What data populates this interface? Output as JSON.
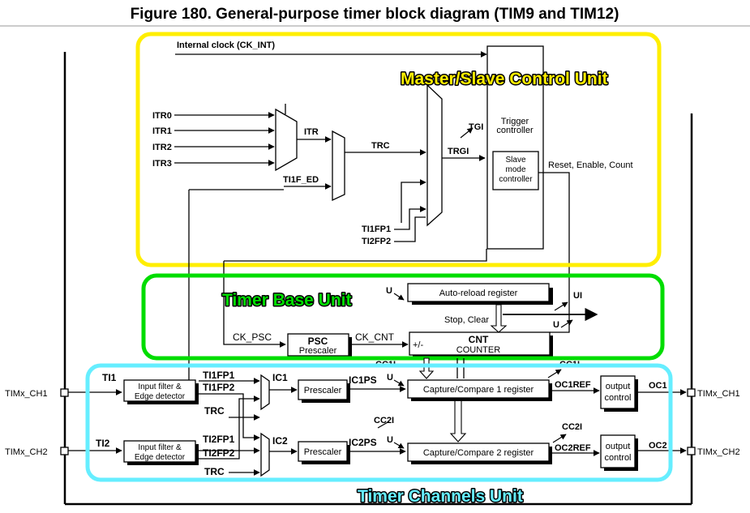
{
  "title": "Figure 180. General-purpose timer block diagram (TIM9 and TIM12)",
  "colors": {
    "master_slave": "#ffee00",
    "timer_base": "#00dd00",
    "timer_channels": "#66eeff",
    "line": "#000000"
  },
  "master_slave": {
    "label": "Master/Slave Control Unit",
    "internal_clock": "Internal clock (CK_INT)",
    "itr_inputs": [
      "ITR0",
      "ITR1",
      "ITR2",
      "ITR3"
    ],
    "itr": "ITR",
    "trc": "TRC",
    "trgi": "TRGI",
    "tgi": "TGI",
    "ti1f_ed": "TI1F_ED",
    "ti1fp1": "TI1FP1",
    "ti2fp2": "TI2FP2",
    "trigger_controller": [
      "Trigger",
      "controller"
    ],
    "slave_mode_controller": [
      "Slave",
      "mode",
      "controller"
    ],
    "reset_enable_count": "Reset, Enable, Count"
  },
  "timer_base": {
    "label": "Timer Base Unit",
    "u": "U",
    "ui": "UI",
    "auto_reload": "Auto-reload register",
    "stop_clear": "Stop, Clear",
    "ck_psc": "CK_PSC",
    "psc": "PSC",
    "psc_sub": "Prescaler",
    "ck_cnt": "CK_CNT",
    "plus_minus": "+/-",
    "cnt": "CNT",
    "cnt_sub": "COUNTER"
  },
  "channels": {
    "label": "Timer Channels Unit",
    "ch1_pin": "TIMx_CH1",
    "ch2_pin": "TIMx_CH2",
    "ti1": "TI1",
    "ti2": "TI2",
    "input_filter": [
      "Input filter &",
      "Edge detector"
    ],
    "ti1fp1": "TI1FP1",
    "ti1fp2": "TI1FP2",
    "ti2fp1": "TI2FP1",
    "ti2fp2": "TI2FP2",
    "trc": "TRC",
    "ic1": "IC1",
    "ic2": "IC2",
    "prescaler": "Prescaler",
    "ic1ps": "IC1PS",
    "ic2ps": "IC2PS",
    "cc1i": "CC1I",
    "cc2i": "CC2I",
    "u": "U",
    "cc1_reg": "Capture/Compare 1 register",
    "cc2_reg": "Capture/Compare 2 register",
    "oc1ref": "OC1REF",
    "oc2ref": "OC2REF",
    "output_control": [
      "output",
      "control"
    ],
    "oc1": "OC1",
    "oc2": "OC2"
  }
}
